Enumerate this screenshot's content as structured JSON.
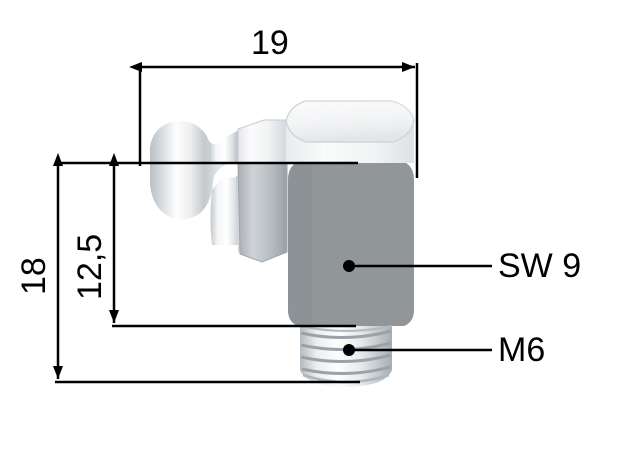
{
  "drawing": {
    "title": "Grease nipple 90 degree angled technical drawing",
    "background_color": "#ffffff",
    "line_color": "#000000",
    "body_gray": "#919699",
    "metal_light": "#f5f6f7",
    "metal_mid": "#c9ced2",
    "metal_dark": "#8d9398",
    "outline_gray": "#b9bec2"
  },
  "dimensions": {
    "width": {
      "value": "19",
      "orientation": "horizontal",
      "unit_implied": "mm"
    },
    "total_height": {
      "value": "18",
      "orientation": "vertical",
      "unit_implied": "mm"
    },
    "partial_height": {
      "value": "12,5",
      "orientation": "vertical",
      "unit_implied": "mm"
    }
  },
  "callouts": {
    "wrench_size": {
      "value": "SW 9",
      "target": "hex-body"
    },
    "thread": {
      "value": "M6",
      "target": "threaded-stud"
    }
  }
}
